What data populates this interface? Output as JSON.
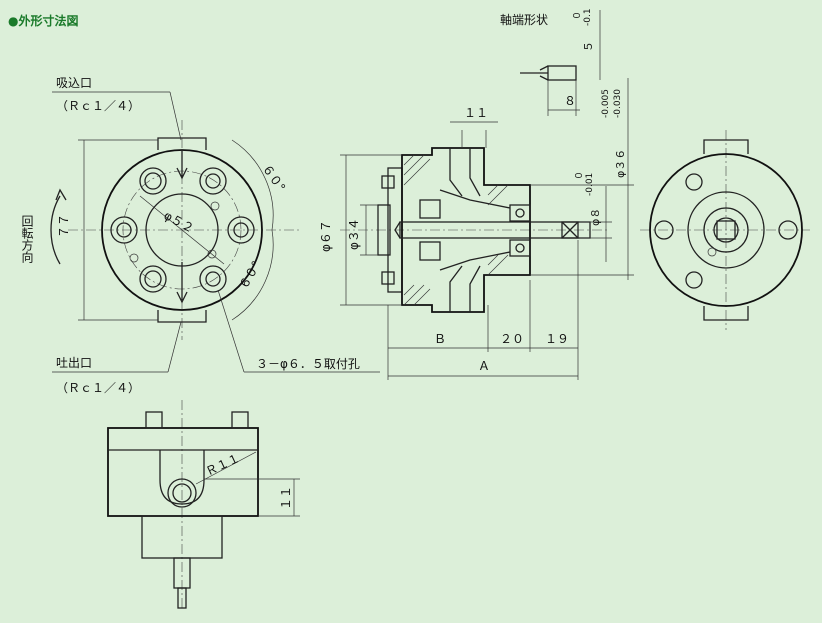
{
  "title": "●外形寸法図",
  "labels": {
    "shaft_end_shape": "軸端形状",
    "suction_port": "吸込口",
    "suction_thread": "（Ｒｃ１／４）",
    "discharge_port": "吐出口",
    "discharge_thread": "（Ｒｃ１／４）",
    "rotation_direction": "回転方向",
    "mount_holes": "３－φ６．５取付孔"
  },
  "dimensions": {
    "height_77": "７７",
    "pcd_52": "φ５２",
    "angle_upper": "６０°",
    "angle_lower": "６０°",
    "dia_67": "φ６７",
    "dia_34": "φ３４",
    "dim_11_top": "１１",
    "dim_B": "Ｂ",
    "dim_20": "２０",
    "dim_19": "１９",
    "dim_A": "Ａ",
    "shaft_dia_8": "φ８",
    "shaft_dia_8_tol_upper": "０",
    "shaft_dia_8_tol_lower": "-0.01",
    "pilot_dia_36": "φ３６",
    "pilot_dia_36_tol_upper": "-0.005",
    "pilot_dia_36_tol_lower": "-0.030",
    "key_5": "５",
    "key_5_tol_upper": "０",
    "key_5_tol_lower": "-0.1",
    "key_8": "８",
    "radius_11": "Ｒ１１",
    "dim_11_bottom": "１１"
  }
}
